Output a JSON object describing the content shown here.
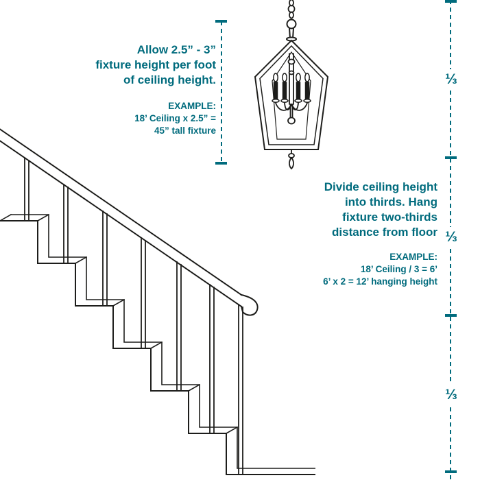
{
  "colors": {
    "teal": "#006B7D",
    "ink": "#1d1d1b"
  },
  "annotations": {
    "fixture_height": {
      "lines": [
        "Allow 2.5” - 3”",
        "fixture height per foot",
        "of ceiling height."
      ],
      "example": [
        "EXAMPLE:",
        "18’ Ceiling x 2.5” =",
        "45” tall fixture"
      ]
    },
    "hanging_height": {
      "lines": [
        "Divide ceiling height",
        "into thirds. Hang",
        "fixture two-thirds",
        "distance from floor"
      ],
      "example": [
        "EXAMPLE:",
        "18’ Ceiling / 3 = 6’",
        "6’ x 2 = 12’ hanging height"
      ]
    }
  },
  "measurements": {
    "thirds_labels": [
      "⅓",
      "⅓",
      "⅓"
    ]
  },
  "illustrations": {
    "chandelier": "lantern-chandelier-line-art",
    "staircase": "staircase-with-railing-line-art"
  }
}
